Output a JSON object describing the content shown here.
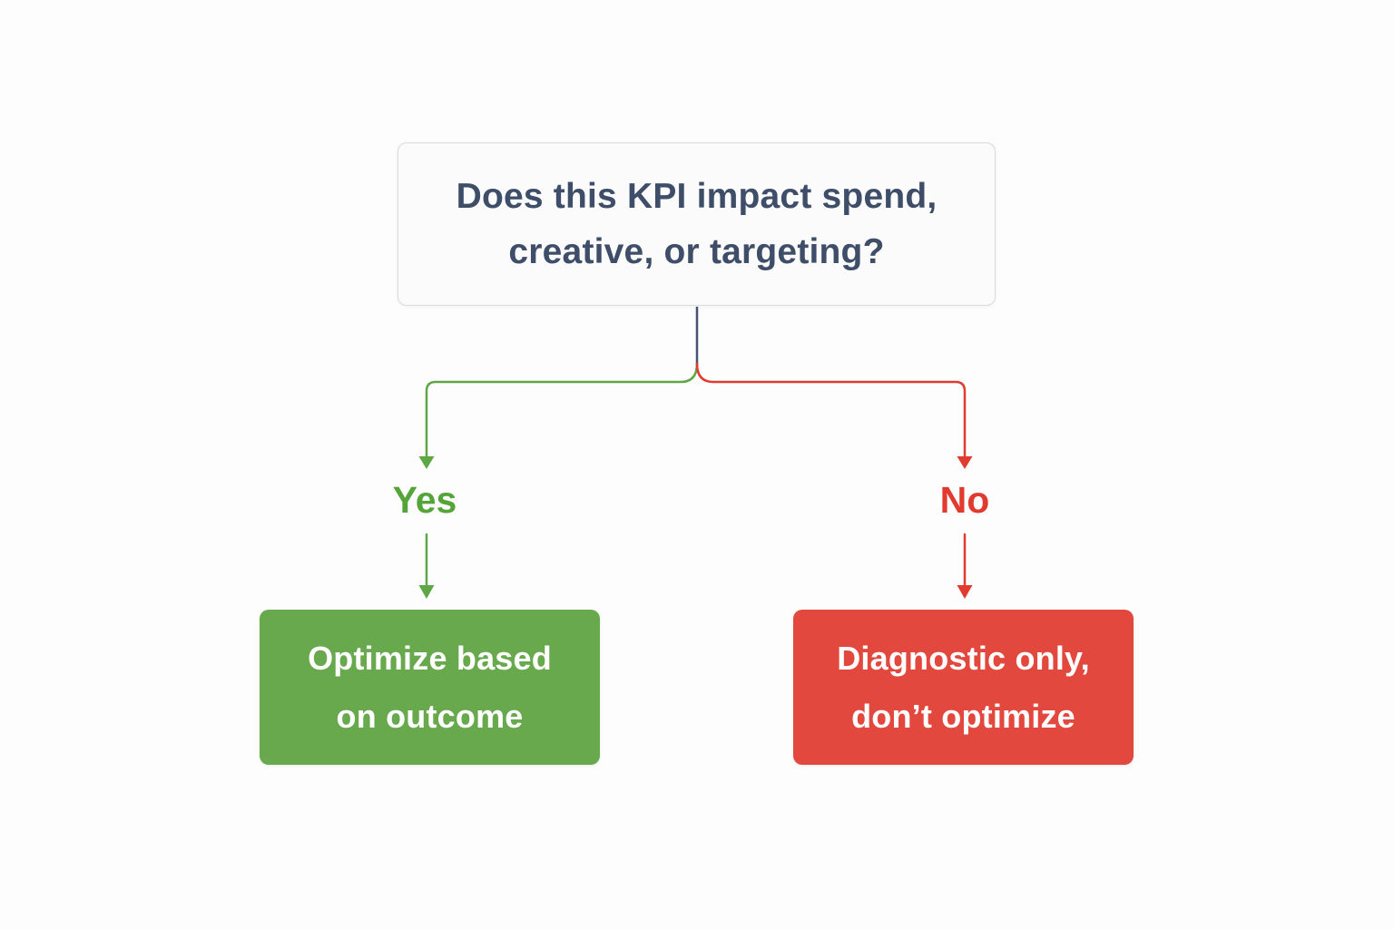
{
  "diagram": {
    "question": {
      "line1": "Does this KPI impact spend,",
      "line2": "creative, or targeting?"
    },
    "branches": {
      "yes": {
        "label": "Yes",
        "result": {
          "line1": "Optimize based",
          "line2": "on outcome"
        }
      },
      "no": {
        "label": "No",
        "result": {
          "line1": "Diagnostic only,",
          "line2": "don’t optimize"
        }
      }
    }
  },
  "colors": {
    "page_bg": "#fdfdfd",
    "question_text": "#3e4d68",
    "question_box_bg": "#fbfbfc",
    "question_box_border": "#d8dadc",
    "stem_line": "#475470",
    "yes_line": "#5ea746",
    "yes_label_text": "#55a43a",
    "yes_box_bg": "#69a94e",
    "no_line": "#e13a2f",
    "no_label_text": "#e13a2f",
    "no_box_bg": "#e2483d",
    "result_text": "#ffffff"
  }
}
